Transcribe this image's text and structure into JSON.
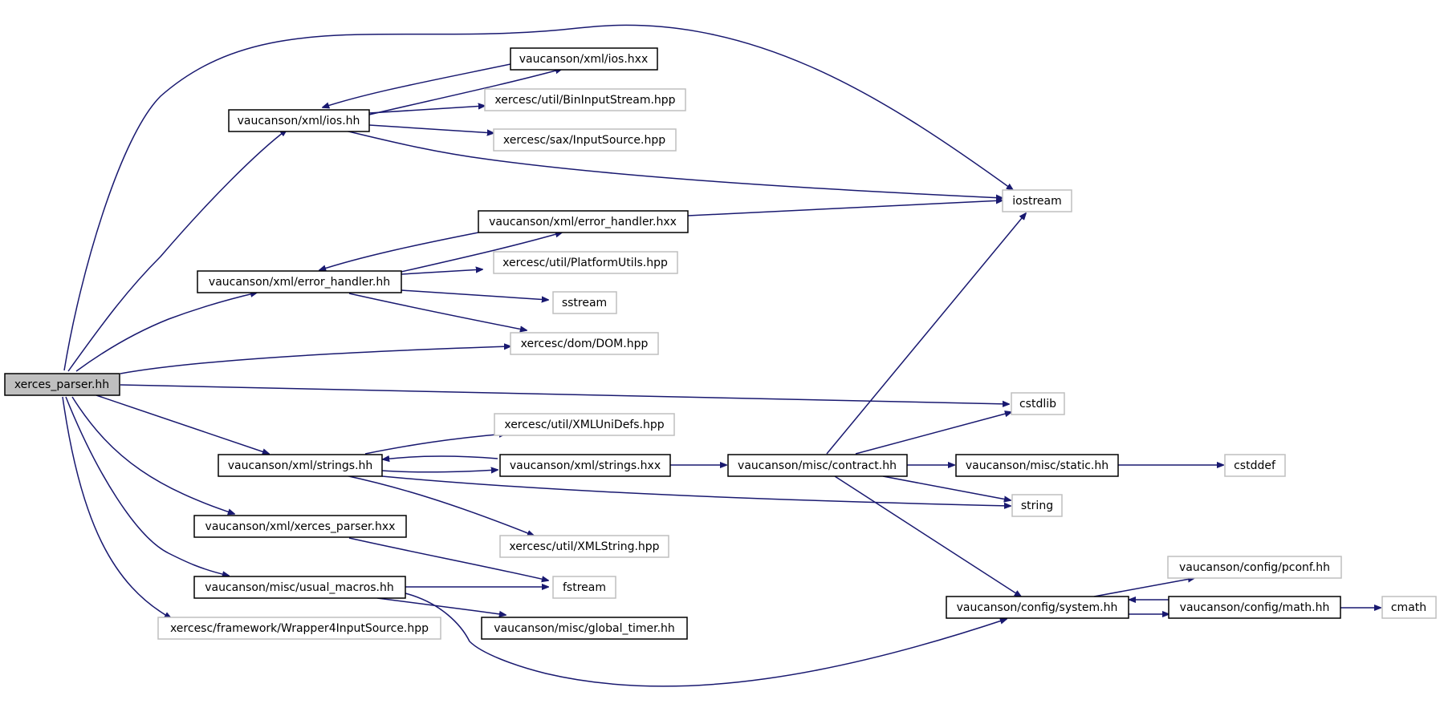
{
  "graph": {
    "edge_color": "#191970",
    "nodes": [
      {
        "id": "root",
        "label": "xerces_parser.hh",
        "kind": "root"
      },
      {
        "id": "ios_hh",
        "label": "vaucanson/xml/ios.hh",
        "kind": "local"
      },
      {
        "id": "ios_hxx",
        "label": "vaucanson/xml/ios.hxx",
        "kind": "local"
      },
      {
        "id": "bininput",
        "label": "xercesc/util/BinInputStream.hpp",
        "kind": "external"
      },
      {
        "id": "inputsrc",
        "label": "xercesc/sax/InputSource.hpp",
        "kind": "external"
      },
      {
        "id": "iostream",
        "label": "iostream",
        "kind": "external"
      },
      {
        "id": "eh_hxx",
        "label": "vaucanson/xml/error_handler.hxx",
        "kind": "local"
      },
      {
        "id": "eh_hh",
        "label": "vaucanson/xml/error_handler.hh",
        "kind": "local"
      },
      {
        "id": "platform",
        "label": "xercesc/util/PlatformUtils.hpp",
        "kind": "external"
      },
      {
        "id": "sstream",
        "label": "sstream",
        "kind": "external"
      },
      {
        "id": "dom",
        "label": "xercesc/dom/DOM.hpp",
        "kind": "external"
      },
      {
        "id": "cstdlib",
        "label": "cstdlib",
        "kind": "external"
      },
      {
        "id": "xmlunidefs",
        "label": "xercesc/util/XMLUniDefs.hpp",
        "kind": "external"
      },
      {
        "id": "strings_hh",
        "label": "vaucanson/xml/strings.hh",
        "kind": "local"
      },
      {
        "id": "strings_hxx",
        "label": "vaucanson/xml/strings.hxx",
        "kind": "local"
      },
      {
        "id": "contract",
        "label": "vaucanson/misc/contract.hh",
        "kind": "local"
      },
      {
        "id": "static_hh",
        "label": "vaucanson/misc/static.hh",
        "kind": "local"
      },
      {
        "id": "cstddef",
        "label": "cstddef",
        "kind": "external"
      },
      {
        "id": "string",
        "label": "string",
        "kind": "external"
      },
      {
        "id": "xp_hxx",
        "label": "vaucanson/xml/xerces_parser.hxx",
        "kind": "local"
      },
      {
        "id": "xmlstring",
        "label": "xercesc/util/XMLString.hpp",
        "kind": "external"
      },
      {
        "id": "pconf",
        "label": "vaucanson/config/pconf.hh",
        "kind": "local"
      },
      {
        "id": "usual",
        "label": "vaucanson/misc/usual_macros.hh",
        "kind": "local"
      },
      {
        "id": "fstream",
        "label": "fstream",
        "kind": "external"
      },
      {
        "id": "system",
        "label": "vaucanson/config/system.hh",
        "kind": "local"
      },
      {
        "id": "math",
        "label": "vaucanson/config/math.hh",
        "kind": "local"
      },
      {
        "id": "cmath",
        "label": "cmath",
        "kind": "external"
      },
      {
        "id": "wrapper",
        "label": "xercesc/framework/Wrapper4InputSource.hpp",
        "kind": "external"
      },
      {
        "id": "timer",
        "label": "vaucanson/misc/global_timer.hh",
        "kind": "local"
      }
    ]
  }
}
